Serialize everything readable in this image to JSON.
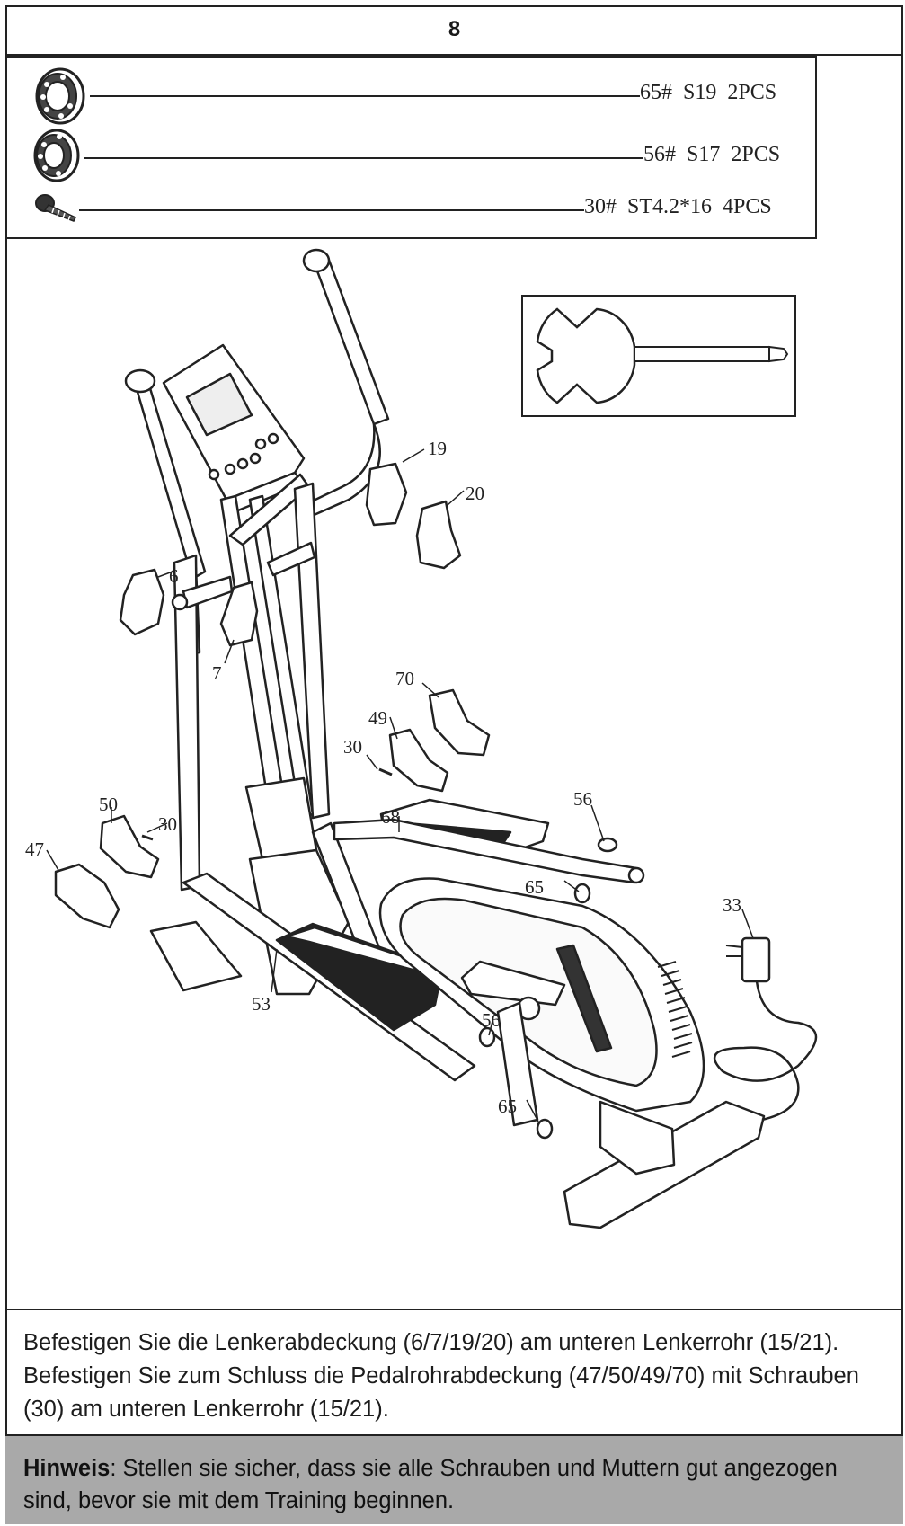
{
  "step": {
    "number": "8"
  },
  "parts": [
    {
      "label": "65#  S19  2PCS",
      "icon": "bearing-ring-icon"
    },
    {
      "label": "56#  S17  2PCS",
      "icon": "bearing-ring-icon"
    },
    {
      "label": "30#  ST4.2*16  4PCS",
      "icon": "screw-icon"
    }
  ],
  "tool": {
    "icon": "wrench-screwdriver-icon"
  },
  "callouts": {
    "c19": "19",
    "c20": "20",
    "c6": "6",
    "c7": "7",
    "c70": "70",
    "c49": "49",
    "c30a": "30",
    "c30b": "30",
    "c50": "50",
    "c47": "47",
    "c56a": "56",
    "c68": "68",
    "c65a": "65",
    "c33": "33",
    "c53": "53",
    "c56b": "56",
    "c65b": "65"
  },
  "instruction": {
    "text": "Befestigen Sie die Lenkerabdeckung (6/7/19/20) am unteren Lenkerrohr (15/21). Befestigen Sie zum Schluss die Pedalrohrabdeckung (47/50/49/70) mit Schrauben (30) am unteren Lenkerrohr (15/21)."
  },
  "note": {
    "label": "Hinweis",
    "text": ": Stellen sie sicher, dass sie alle Schrauben und Muttern gut angezogen sind, bevor sie mit dem Training beginnen."
  }
}
